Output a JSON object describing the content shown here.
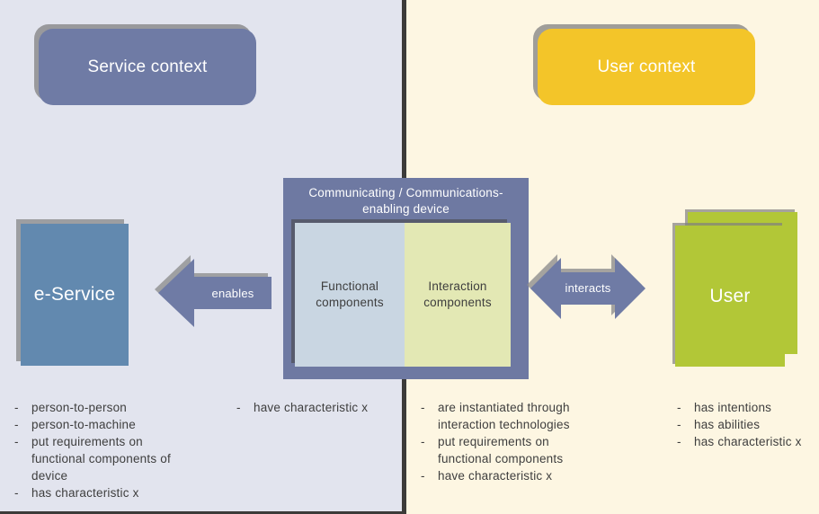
{
  "colors": {
    "left_bg": "#e2e4ee",
    "right_bg": "#fdf6e2",
    "divider": "#3c3b39",
    "service_header": "#6f7ba5",
    "user_header": "#f3c529",
    "e_service": "#6289af",
    "device": "#6e79a2",
    "functional_fill": "#c9d6e2",
    "interaction_fill": "#e3e8b4",
    "user_fill": "#b2c737",
    "arrow_fill": "#6f7ba5",
    "text_dark": "#3e3e3e"
  },
  "headers": {
    "service": "Service context",
    "user": "User context"
  },
  "e_service": {
    "label": "e-Service",
    "items": [
      "person-to-person",
      "person-to-machine",
      "put requirements on functional components of device",
      "has characteristic x"
    ]
  },
  "device": {
    "title_line1": "Communicating /  Communications-",
    "title_line2": "enabling device",
    "functional_label": "Functional components",
    "functional_items": [
      "have characteristic x"
    ],
    "interaction_label": "Interaction components",
    "interaction_items": [
      "are instantiated through interaction technologies",
      "put requirements on functional components",
      "have characteristic x"
    ]
  },
  "user": {
    "label": "User",
    "items": [
      "has intentions",
      "has abilities",
      "has characteristic x"
    ]
  },
  "arrows": {
    "enables": "enables",
    "interacts": "interacts"
  }
}
